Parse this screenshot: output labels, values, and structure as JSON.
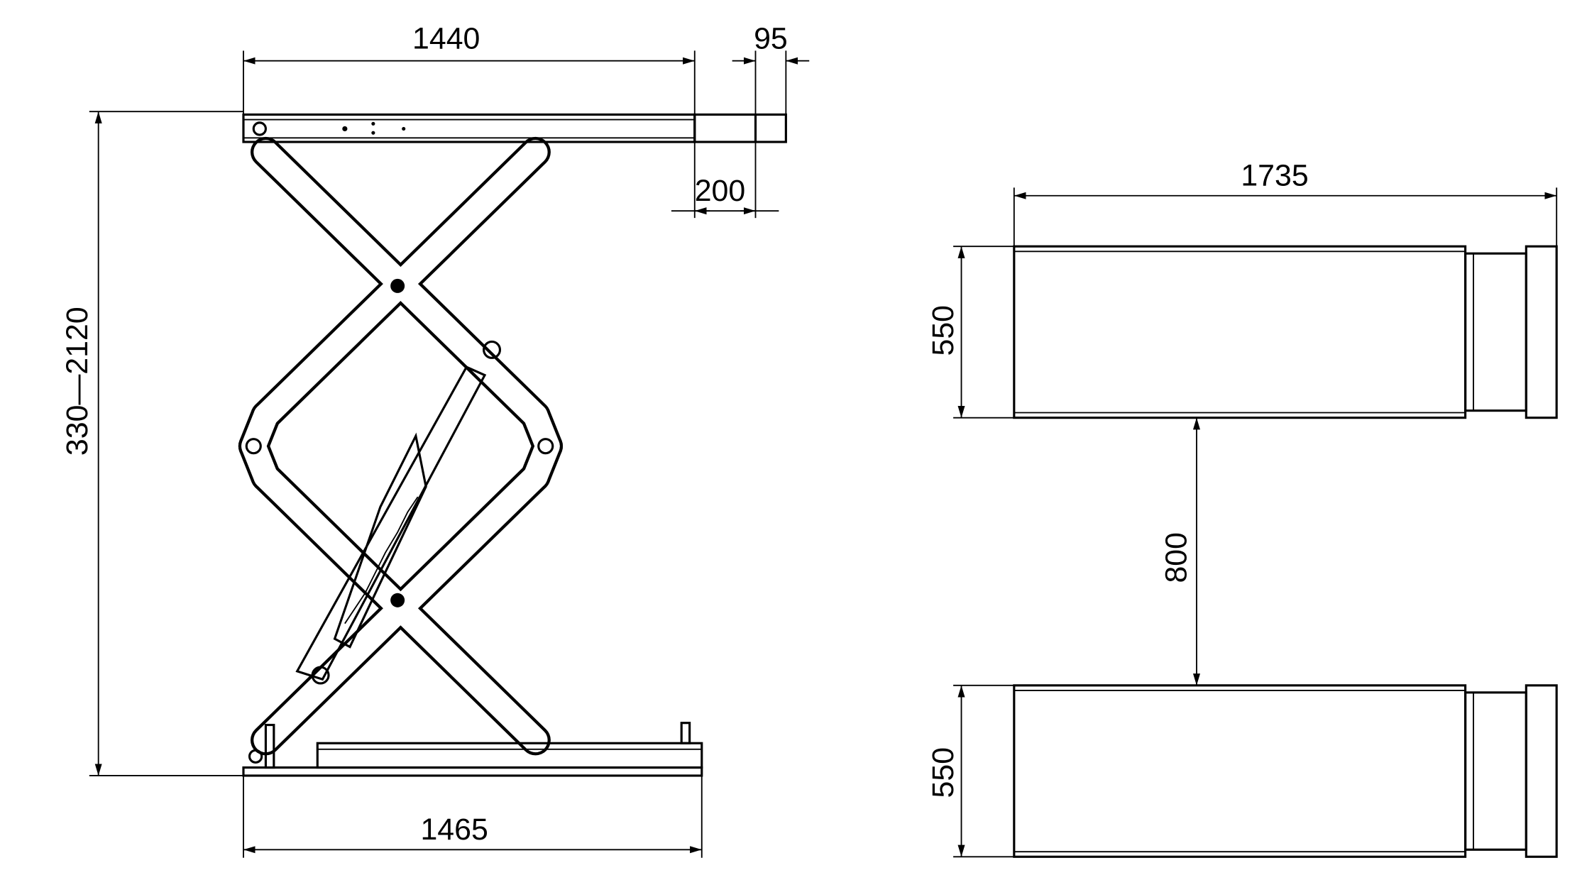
{
  "side_view": {
    "top_width": "1440",
    "extension_end": "95",
    "extension_length": "200",
    "height_range": "330—2120",
    "base_width": "1465"
  },
  "top_view": {
    "length": "1735",
    "platform_width_top": "550",
    "platform_gap": "800",
    "platform_width_bottom": "550"
  }
}
